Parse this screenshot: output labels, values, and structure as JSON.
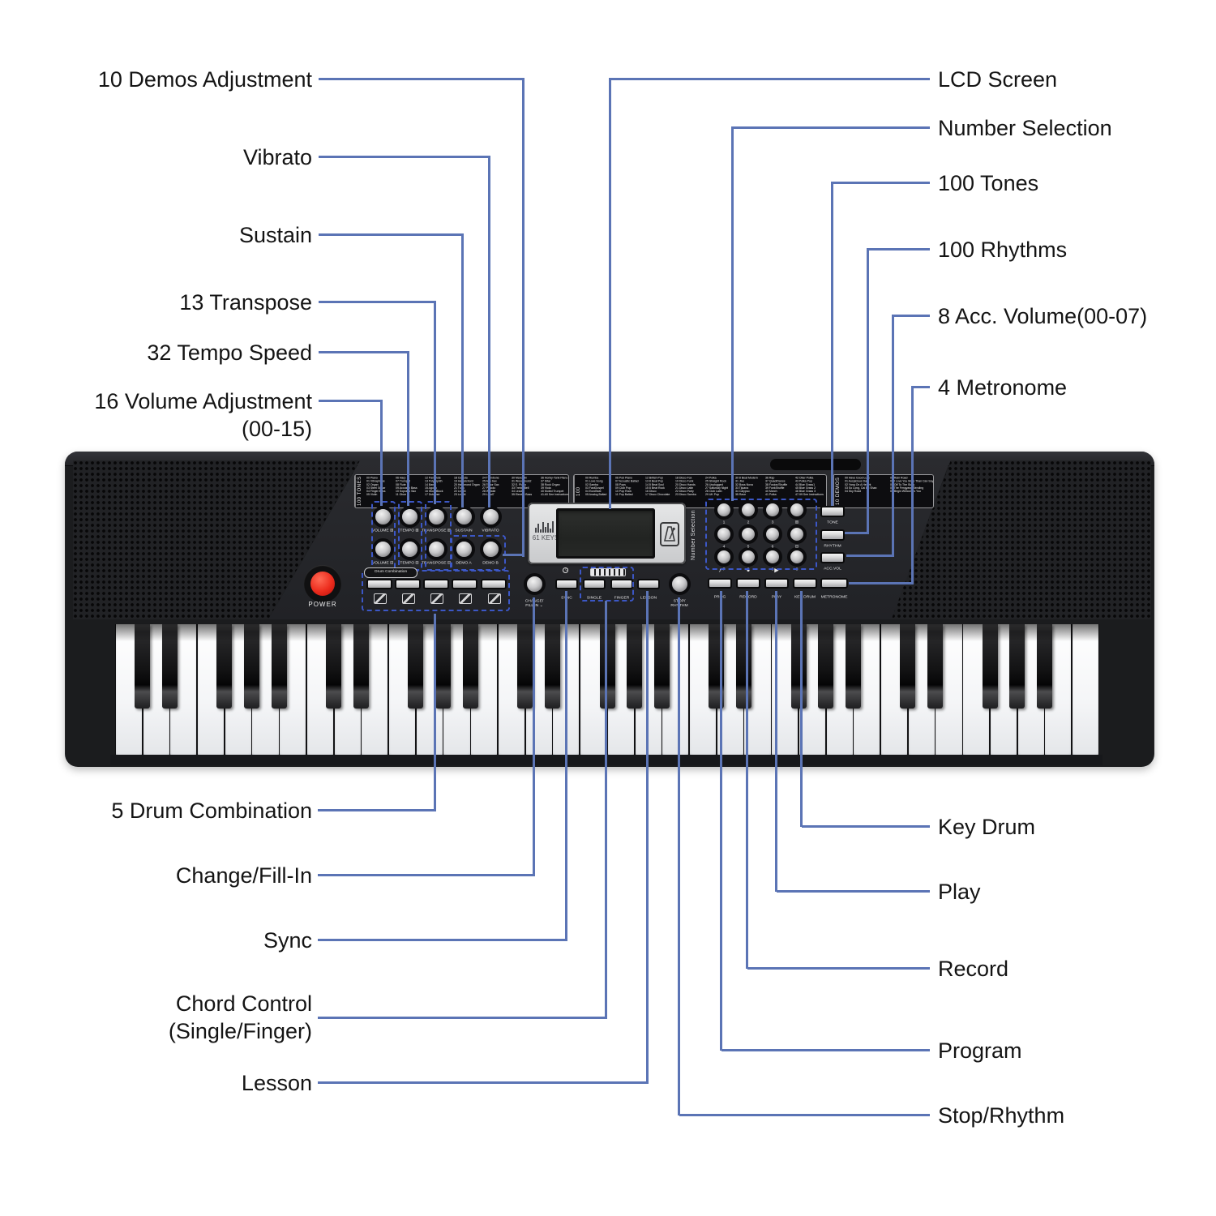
{
  "callouts": {
    "left": [
      "10 Demos Adjustment",
      "Vibrato",
      "Sustain",
      "13 Transpose",
      "32 Tempo Speed",
      "16 Volume Adjustment\n(00-15)",
      "5 Drum Combination",
      "Change/Fill-In",
      "Sync",
      "Chord Control\n(Single/Finger)",
      "Lesson"
    ],
    "right": [
      "LCD Screen",
      "Number Selection",
      "100 Tones",
      "100 Rhythms",
      "8 Acc. Volume(00-07)",
      "4 Metronome",
      "Key Drum",
      "Play",
      "Record",
      "Program",
      "Stop/Rhythm"
    ]
  },
  "panel": {
    "power_label": "POWER",
    "lcd": {
      "keys_label": "61 KEYS"
    },
    "tone_strip": {
      "side_label": "100 TONES",
      "columns": [
        [
          "00 Piano",
          "01 Vibraphone",
          "02 Organ",
          "03 Steel Guitar",
          "04 Finger Bass",
          "05 Violin"
        ],
        [
          "06 Harp",
          "07 Trumpet",
          "08 Flute",
          "09 Acoustic Bass",
          "10 Soprano Sax",
          "11 Oboe"
        ],
        [
          "12 Pan Flute",
          "13 Poly Synth",
          "14 Banjo",
          "15 Agogo",
          "16 WoodBlock",
          "17 Dulcimer"
        ],
        [
          "18 Celesta",
          "19 Harpsichord",
          "20 Hammond Organ",
          "21 Tuba",
          "22 Lead3",
          "23 Lead4"
        ],
        [
          "24 Trombone",
          "25 Alto Sax",
          "26 Tenor Sax",
          "27 Piccolo",
          "28 Whistle",
          "29 Lead7"
        ],
        [
          "30 Mandolin",
          "31 WoodBlock2",
          "32 E. Piano",
          "33 Treble Bell",
          "34 Lead5",
          "35 Electric Bass"
        ],
        [
          "36 Honky-Tonk Piano",
          "37 Sitar",
          "38 Rock Organ",
          "39 Viola",
          "40 Muted Trumpet",
          "41-60 See instructions"
        ]
      ]
    },
    "rhythm_strip": {
      "side_label": "100 Rhythms",
      "columns": [
        [
          "00 Rumba",
          "01 Love Song",
          "02 Samba",
          "03 FastGospel",
          "04 EuroBeat",
          "05 Analog Ballad"
        ],
        [
          "06 Pub Piano",
          "07 Acoustic Ballad",
          "08 Pops",
          "09 Club Pop",
          "10 Pop Rock",
          "11 Pop Ballad"
        ],
        [
          "12 British Pop",
          "13 8 Beat Pop",
          "14 8 Beat Soul",
          "15 8 Beat Rock",
          "16 Disco",
          "17 Disco Chocolate"
        ],
        [
          "18 Disco Fox",
          "19 Disco Funk",
          "20 Disco Hands",
          "21 Disco Latin",
          "22 Disco Party",
          "23 Disco Samba"
        ],
        [
          "24 Polka",
          "25 Straight Rock",
          "26 Unplugged",
          "27 Saturday Night",
          "28 Club Latin",
          "29 UK Pop"
        ],
        [
          "30 8 Beat Modern",
          "31 Jive",
          "32 Boss Nova",
          "33 Tijuana",
          "34 Calypso",
          "35 Rave"
        ],
        [
          "36 Rap",
          "37 Quad/Dance",
          "38 Fusion/Shuffle",
          "39 FunkShuffle",
          "40 March",
          "41 Polka"
        ],
        [
          "42 Ober Polka",
          "43 Polka Pop",
          "44 Blue Grass1",
          "45 Blue Grass 2",
          "46 Blue Grass 3",
          "47-99 See instructions"
        ]
      ]
    },
    "demo_strip": {
      "side_label": "10 DEMOS",
      "columns": [
        [
          "00 Have Good Luck",
          "01 Auspicious Day",
          "02 Yang On A Height",
          "03 So Long, Cai Bo Shan",
          "04 Sky Road"
        ],
        [
          "05 Rain Road",
          "06 I Love You More Than Can Say",
          "07 Off To The Stars",
          "08 The Fengyang Sending",
          "09 Begin Welcomes You"
        ]
      ]
    },
    "round_buttons_row1": [
      "VOLUME ⊞",
      "TEMPO ⊞",
      "TRANSPOSE ⊞",
      "SUSTAIN",
      "VIBRATO"
    ],
    "round_buttons_row2": [
      "VOLUME ⊟",
      "TEMPO ⊟",
      "TRANSPOSE ⊟",
      "DEMO A",
      "DEMO B"
    ],
    "drum_combination_label": "Drum Combination",
    "change_button_label": "CHANGE/\nFILL IN ⌄",
    "stop_button_label": "STOP/\nRHYTHM",
    "bottom_left_buttons": [
      "SYNC",
      "SINGLE",
      "FINGER",
      "LESSON"
    ],
    "number_selection_label": "Number Selection",
    "number_pad": [
      [
        "1",
        "2",
        "3",
        "⊞"
      ],
      [
        "4",
        "5",
        "6",
        "⊟"
      ],
      [
        "7",
        "8",
        "9",
        "0"
      ]
    ],
    "right_buttons": [
      "TONE",
      "RHYTHM",
      "ACC.VOL"
    ],
    "bottom_right_buttons": [
      "PROG",
      "RECORD",
      "PLAY",
      "KEY DRUM",
      "METRONOME"
    ],
    "icons": {
      "sync": "○",
      "prog": "♪",
      "record": "●",
      "play": "▶"
    }
  },
  "colors": {
    "leader_line": "#5b74b5",
    "dashed_box": "#3c57c6",
    "power_button": "#ec2c1d"
  }
}
